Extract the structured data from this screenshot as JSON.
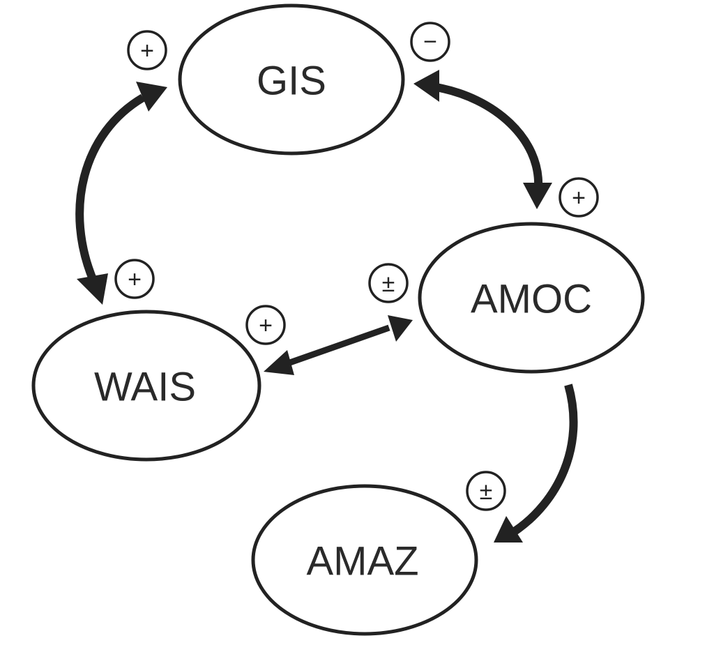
{
  "nodes": {
    "gis": {
      "label": "GIS"
    },
    "amoc": {
      "label": "AMOC"
    },
    "wais": {
      "label": "WAIS"
    },
    "amaz": {
      "label": "AMAZ"
    }
  },
  "signs": {
    "gis_from_wais": "+",
    "gis_from_amoc": "−",
    "amoc_from_gis": "+",
    "wais_from_gis": "+",
    "wais_from_amoc": "+",
    "amoc_from_wais": "±",
    "amaz_from_amoc": "±"
  },
  "edges": [
    {
      "from": "WAIS",
      "to": "GIS",
      "direction": "bidirectional"
    },
    {
      "from": "GIS",
      "to": "AMOC",
      "direction": "bidirectional"
    },
    {
      "from": "WAIS",
      "to": "AMOC",
      "direction": "bidirectional"
    },
    {
      "from": "AMOC",
      "to": "AMAZ",
      "direction": "forward"
    }
  ],
  "colors": {
    "stroke": "#222222",
    "text": "#2a2a2a",
    "background": "#ffffff"
  }
}
